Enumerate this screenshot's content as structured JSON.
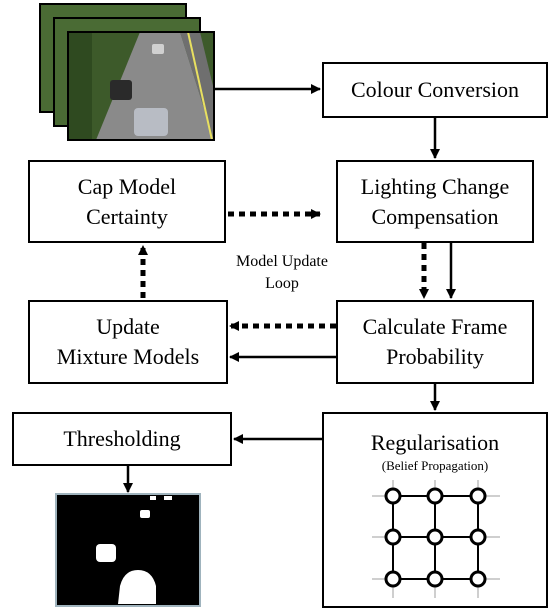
{
  "diagram": {
    "colour_conversion": "Colour Conversion",
    "lighting_change": {
      "line1": "Lighting Change",
      "line2": "Compensation"
    },
    "cap_model": {
      "line1": "Cap Model",
      "line2": "Certainty"
    },
    "calculate_frame": {
      "line1": "Calculate Frame",
      "line2": "Probability"
    },
    "update_mixture": {
      "line1": "Update",
      "line2": "Mixture Models"
    },
    "regularisation": {
      "title": "Regularisation",
      "subtitle": "(Belief Propagation)"
    },
    "thresholding": "Thresholding",
    "loop_label": {
      "line1": "Model Update",
      "line2": "Loop"
    }
  },
  "colors": {
    "line": "#000000",
    "grid": "#bfbfbf",
    "road": "#8a8a8a",
    "trees": "#3d5a2a",
    "mask_bg": "#000000",
    "mask_fg": "#ffffff",
    "mask_border": "#9fb3bd"
  }
}
